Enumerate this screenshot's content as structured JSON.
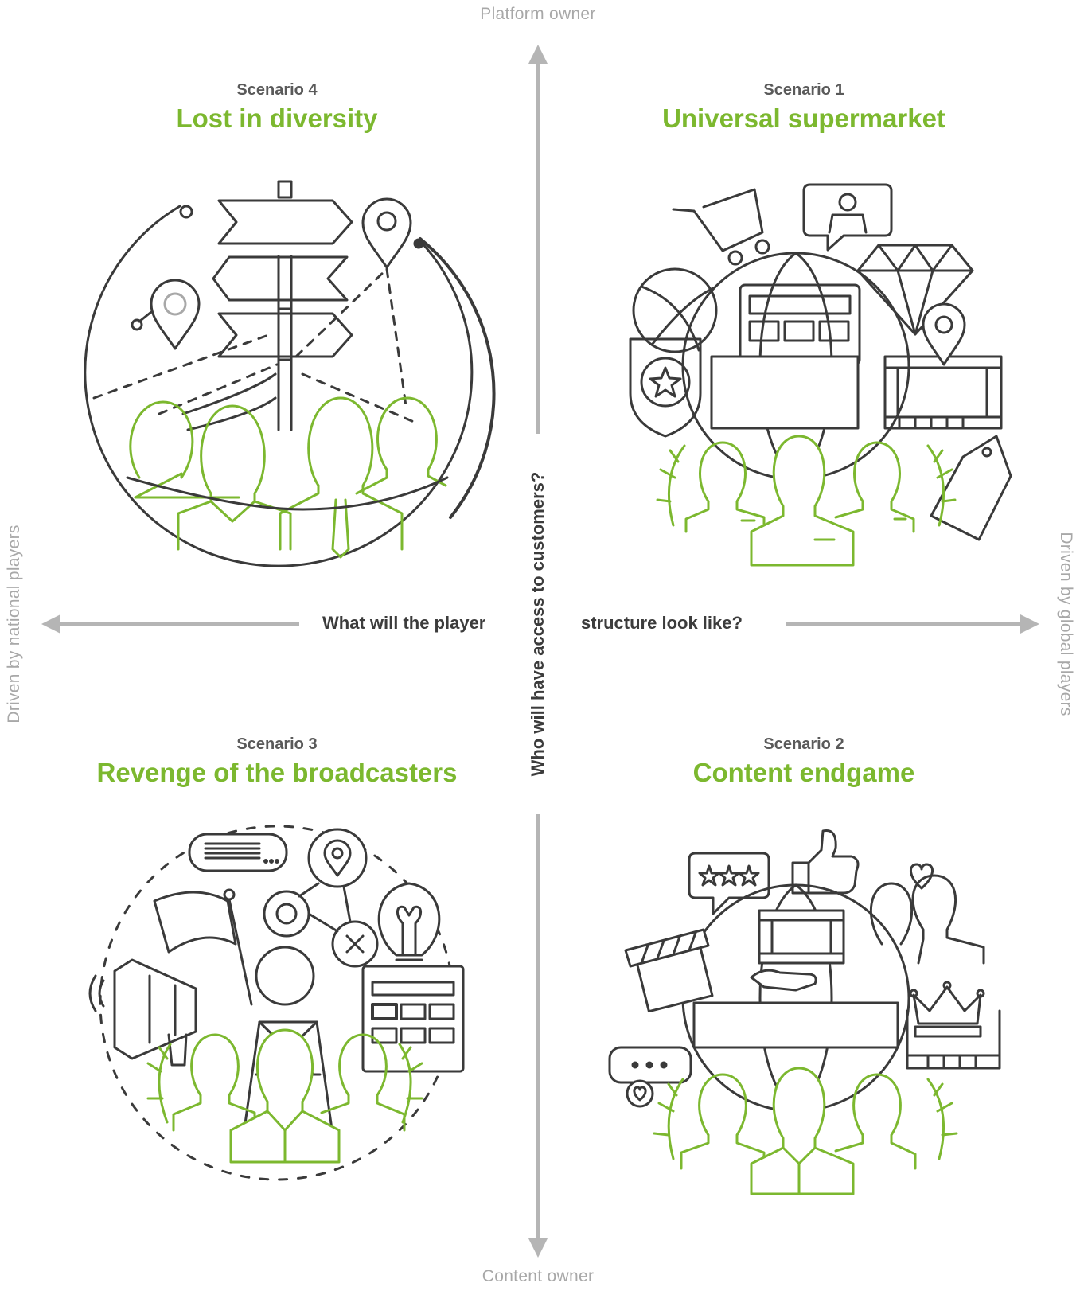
{
  "axes": {
    "top": "Platform owner",
    "bottom": "Content owner",
    "left": "Driven by national players",
    "right": "Driven by global players"
  },
  "questions": {
    "horizontal_left": "What will the player",
    "horizontal_right": "structure look like?",
    "vertical": "Who will have access to customers?"
  },
  "scenarios": {
    "s4": {
      "number": "Scenario 4",
      "title": "Lost in diversity"
    },
    "s1": {
      "number": "Scenario 1",
      "title": "Universal supermarket"
    },
    "s3": {
      "number": "Scenario 3",
      "title": "Revenge of the broadcasters"
    },
    "s2": {
      "number": "Scenario 2",
      "title": "Content endgame"
    }
  },
  "colors": {
    "accent": "#7cb82f",
    "line": "#3a3a3a",
    "axis": "#b5b5b5",
    "muted": "#a8a8a8"
  }
}
